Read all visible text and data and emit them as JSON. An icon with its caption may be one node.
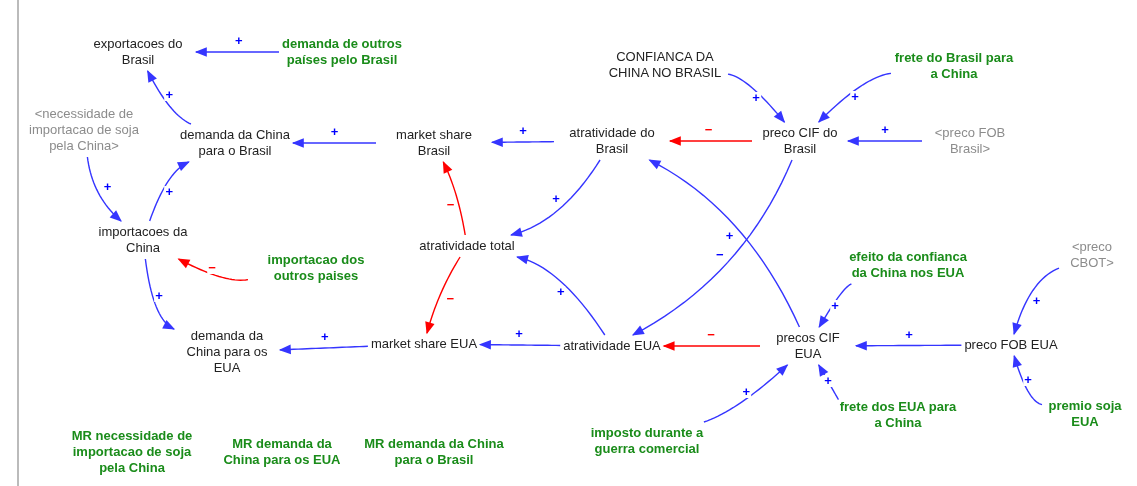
{
  "diagram": {
    "nodes": [
      {
        "text": [
          "exportacoes do Brasil"
        ]
      },
      {
        "text": [
          "demanda de outros países pelo Brasil"
        ]
      },
      {
        "text": [
          "CONFIANCA DA CHINA NO BRASIL"
        ]
      },
      {
        "text": [
          "frete do Brasil para a China"
        ]
      },
      {
        "text": [
          "<necessidade de importacao de soja pela China>"
        ]
      },
      {
        "text": [
          "demanda da China para o Brasil"
        ]
      },
      {
        "text": [
          "market share Brasil"
        ]
      },
      {
        "text": [
          "atratividade do Brasil"
        ]
      },
      {
        "text": [
          "preco CIF do Brasil"
        ]
      },
      {
        "text": [
          "<preco FOB Brasil>"
        ]
      },
      {
        "text": [
          "importacoes da China"
        ]
      },
      {
        "text": [
          "atratividade total"
        ]
      },
      {
        "text": [
          "efeito da confianca da China nos EUA"
        ]
      },
      {
        "text": [
          "<preco CBOT>"
        ]
      },
      {
        "text": [
          "importacao dos outros paises"
        ]
      },
      {
        "text": [
          "demanda da China para os EUA"
        ]
      },
      {
        "text": [
          "market share EUA"
        ]
      },
      {
        "text": [
          "atratividade EUA"
        ]
      },
      {
        "text": [
          "precos CIF EUA"
        ]
      },
      {
        "text": [
          "preco FOB EUA"
        ]
      },
      {
        "text": [
          "imposto durante a guerra comercial"
        ]
      },
      {
        "text": [
          "frete dos EUA para a China"
        ]
      },
      {
        "text": [
          "premio soja EUA"
        ]
      }
    ],
    "edges": [
      {
        "from": 1,
        "to": 0,
        "arrow": "to",
        "label": "+"
      },
      {
        "from": 5,
        "to": 0,
        "arrow": "to",
        "label": "+"
      },
      {
        "from": 6,
        "to": 5,
        "arrow": "to",
        "label": "+"
      },
      {
        "from": 10,
        "to": 5,
        "arrow": "to",
        "label": "+"
      },
      {
        "from": 4,
        "to": 10,
        "arrow": "to",
        "label": "+"
      },
      {
        "from": 14,
        "to": 10,
        "arrow": "to",
        "label": "−",
        "color": "#ff0000"
      },
      {
        "from": 10,
        "to": 15,
        "arrow": "to",
        "label": "+"
      },
      {
        "from": 16,
        "to": 15,
        "arrow": "to",
        "label": "+"
      },
      {
        "from": 7,
        "to": 6,
        "arrow": "to",
        "label": "+"
      },
      {
        "from": 11,
        "to": 6,
        "arrow": "to",
        "label": "−",
        "color": "#ff0000"
      },
      {
        "from": 7,
        "to": 11,
        "arrow": "to",
        "label": "+"
      },
      {
        "from": 17,
        "to": 11,
        "arrow": "to",
        "label": "+"
      },
      {
        "from": 11,
        "to": 16,
        "arrow": "to",
        "label": "−",
        "color": "#ff0000"
      },
      {
        "from": 17,
        "to": 16,
        "arrow": "to",
        "label": "+"
      },
      {
        "from": 8,
        "to": 7,
        "arrow": "to",
        "label": "−",
        "color": "#ff0000"
      },
      {
        "from": 18,
        "to": 7,
        "arrow": "to",
        "label": "+"
      },
      {
        "from": 8,
        "to": 17,
        "arrow": "to",
        "label": "−"
      },
      {
        "from": 2,
        "to": 8,
        "arrow": "to",
        "label": "+"
      },
      {
        "from": 3,
        "to": 8,
        "arrow": "to",
        "label": "+"
      },
      {
        "from": 9,
        "to": 8,
        "arrow": "to",
        "label": "+"
      },
      {
        "from": 18,
        "to": 17,
        "arrow": "to",
        "label": "−",
        "color": "#ff0000"
      },
      {
        "from": 12,
        "to": 18,
        "arrow": "to",
        "label": "+"
      },
      {
        "from": 19,
        "to": 18,
        "arrow": "to",
        "label": "+"
      },
      {
        "from": 20,
        "to": 18,
        "arrow": "to",
        "label": "+"
      },
      {
        "from": 21,
        "to": 18,
        "arrow": "to",
        "label": "+"
      },
      {
        "from": 13,
        "to": 19,
        "arrow": "to",
        "label": "+"
      },
      {
        "from": 22,
        "to": 19,
        "arrow": "to",
        "label": "+"
      }
    ],
    "labels": [
      "MR necessidade de importacao de soja pela China",
      "MR demanda da China para os EUA",
      "MR demanda da China para o Brasil"
    ]
  }
}
